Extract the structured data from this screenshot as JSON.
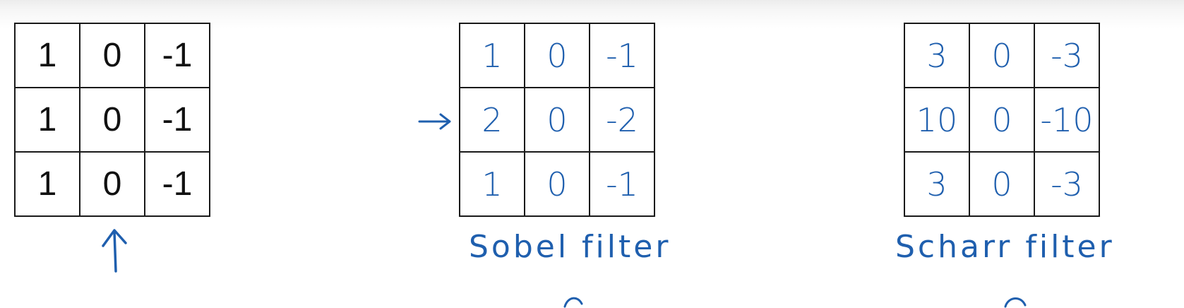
{
  "filters": [
    {
      "id": "vertical",
      "style": "typed",
      "cells": [
        [
          "1",
          "0",
          "-1"
        ],
        [
          "1",
          "0",
          "-1"
        ],
        [
          "1",
          "0",
          "-1"
        ]
      ]
    },
    {
      "id": "sobel",
      "style": "handwritten",
      "cells": [
        [
          "1",
          "0",
          "-1"
        ],
        [
          "2",
          "0",
          "-2"
        ],
        [
          "1",
          "0",
          "-1"
        ]
      ],
      "label": "Sobel filter"
    },
    {
      "id": "scharr",
      "style": "handwritten",
      "cells": [
        [
          "3",
          "0",
          "-3"
        ],
        [
          "10",
          "0",
          "-10"
        ],
        [
          "3",
          "0",
          "-3"
        ]
      ],
      "label": "Scharr filter"
    }
  ],
  "colors": {
    "ink": "#1f5fae",
    "grid": "#1a1a1a",
    "typed_text": "#111111"
  },
  "annotations": {
    "up_arrow": "arrow-up",
    "side_arrow": "arrow-right"
  }
}
